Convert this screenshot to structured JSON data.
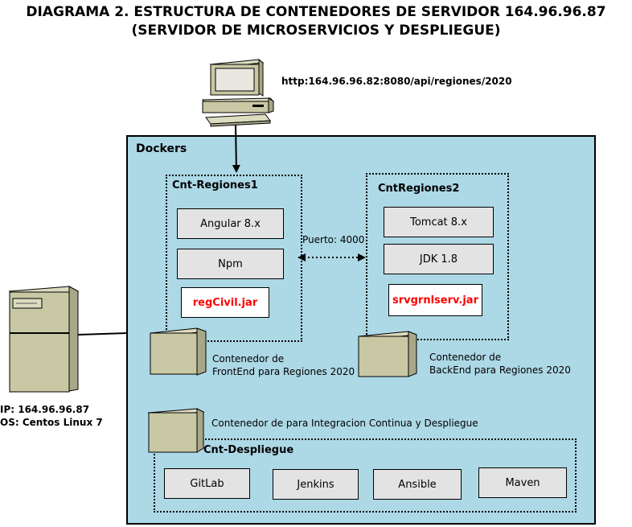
{
  "title_line1": "DIAGRAMA 2. ESTRUCTURA DE CONTENEDORES DE SERVIDOR 164.96.96.87",
  "title_line2": "(SERVIDOR DE MICROSERVICIOS Y DESPLIEGUE)",
  "client": {
    "icon": "desktop-computer-icon",
    "url": "http:164.96.96.82:8080/api/regiones/2020"
  },
  "server": {
    "icon": "server-tower-icon",
    "ip": "IP: 164.96.96.87",
    "os": "OS: Centos Linux 7"
  },
  "docker": {
    "label": "Dockers",
    "fill_color": "#add8e6"
  },
  "frontend": {
    "title": "Cnt-Regiones1",
    "components": [
      "Angular 8.x",
      "Npm"
    ],
    "jar": "regCivil.jar",
    "caption_line1": "Contenedor de",
    "caption_line2": "FrontEnd para Regiones 2020"
  },
  "backend": {
    "title": "CntRegiones2",
    "components": [
      "Tomcat 8.x",
      "JDK 1.8"
    ],
    "jar": "srvgrnlserv.jar",
    "caption_line1": "Contenedor de",
    "caption_line2": "BackEnd para Regiones 2020"
  },
  "port_label": "Puerto: 4000",
  "deploy": {
    "caption": "Contenedor de para Integracion Continua y Despliegue",
    "title": "Cnt-Despliegue",
    "tools": [
      "GitLab",
      "Jenkins",
      "Ansible",
      "Maven"
    ]
  },
  "colors": {
    "component_fill": "#e3e3e3",
    "jar_text": "#ff0000",
    "cube_front": "#c8c8a4",
    "cube_top": "#dcdcc0",
    "cube_side": "#a8a888"
  }
}
